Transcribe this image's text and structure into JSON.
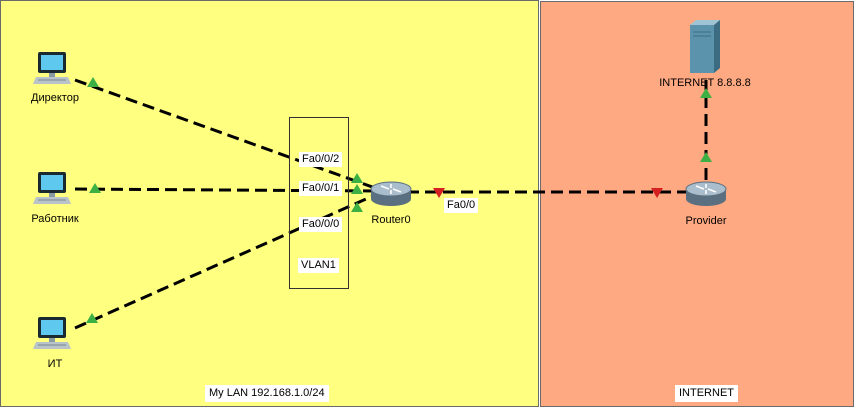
{
  "areas": {
    "lan_label": "My LAN 192.168.1.0/24",
    "internet_label": "INTERNET"
  },
  "devices": {
    "director": "Директор",
    "worker": "Работник",
    "it": "ИТ",
    "router": "Router0",
    "provider": "Provider",
    "server": "INTERNET 8.8.8.8"
  },
  "ports": {
    "fa002": "Fa0/0/2",
    "fa001": "Fa0/0/1",
    "fa000": "Fa0/0/0",
    "fa00": "Fa0/0",
    "vlan": "VLAN1"
  },
  "icons": {
    "pc": "desktop-pc-icon",
    "router": "router-icon",
    "server": "server-icon"
  },
  "colors": {
    "lan_area": "#ffff80",
    "internet_area": "#ffa982",
    "link_up": "#3cb043",
    "link_down": "#d42020"
  }
}
